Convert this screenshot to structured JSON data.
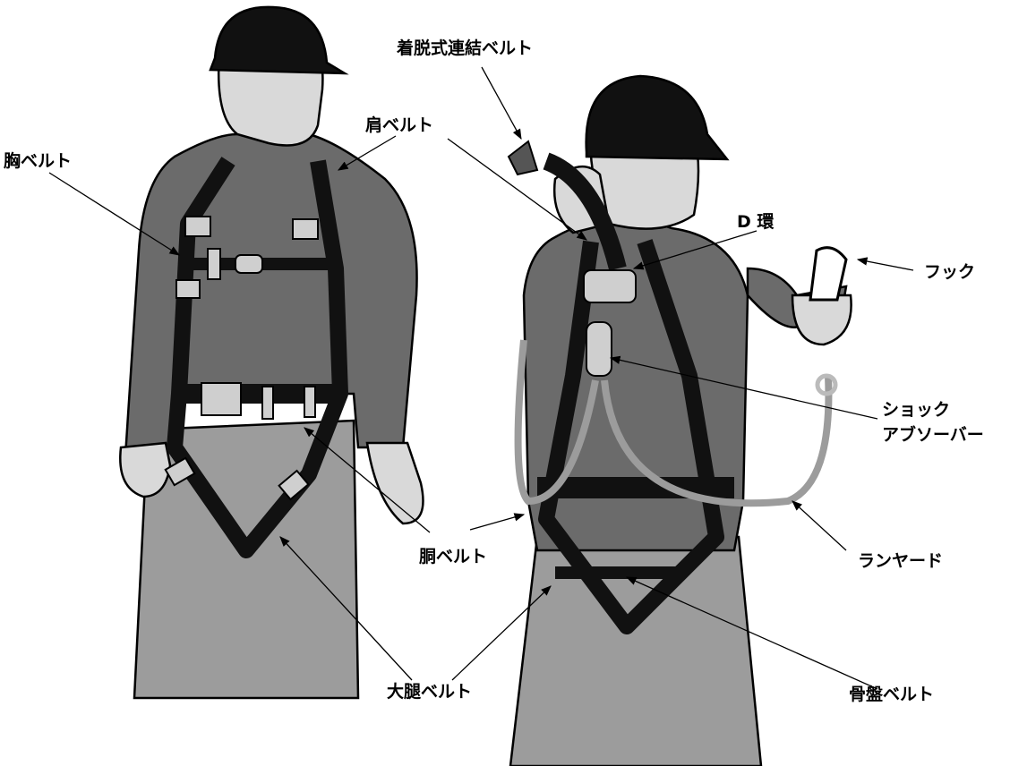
{
  "labels": {
    "detachable_belt": "着脱式連結ベルト",
    "shoulder_belt": "肩ベルト",
    "chest_belt": "胸ベルト",
    "d_ring": "D 環",
    "hook": "フック",
    "shock_absorber_1": "ショック",
    "shock_absorber_2": "アブソーバー",
    "lanyard": "ランヤード",
    "waist_belt": "胴ベルト",
    "thigh_belt": "大腿ベルト",
    "pelvic_belt": "骨盤ベルト"
  },
  "colors": {
    "shirt": "#6b6b6b",
    "pants": "#9c9c9c",
    "skin": "#d9d9d9",
    "strap": "#111111",
    "buckle": "#cfcfcf"
  }
}
